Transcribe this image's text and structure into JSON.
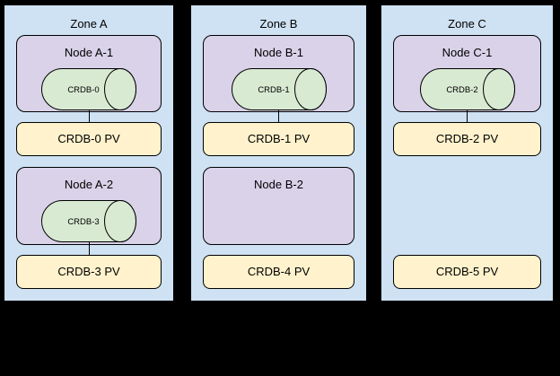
{
  "diagram": {
    "background": "#000000",
    "zone_fill": "#cfe2f3",
    "node_fill": "#d9d2e9",
    "cylinder_fill": "#d9ead3",
    "pv_fill": "#fff2cc",
    "border_color": "#000000"
  },
  "zones": [
    {
      "label": "Zone A",
      "nodes": [
        {
          "label": "Node A-1",
          "pod": "CRDB-0",
          "pv": "CRDB-0 PV"
        },
        {
          "label": "Node A-2",
          "pod": "CRDB-3",
          "pv": "CRDB-3 PV"
        }
      ]
    },
    {
      "label": "Zone B",
      "nodes": [
        {
          "label": "Node B-1",
          "pod": "CRDB-1",
          "pv": "CRDB-1 PV"
        },
        {
          "label": "Node B-2",
          "pod": null,
          "pv": "CRDB-4 PV"
        }
      ]
    },
    {
      "label": "Zone C",
      "nodes": [
        {
          "label": "Node C-1",
          "pod": "CRDB-2",
          "pv": "CRDB-2 PV"
        },
        {
          "label": null,
          "pod": null,
          "pv": "CRDB-5 PV"
        }
      ]
    }
  ]
}
